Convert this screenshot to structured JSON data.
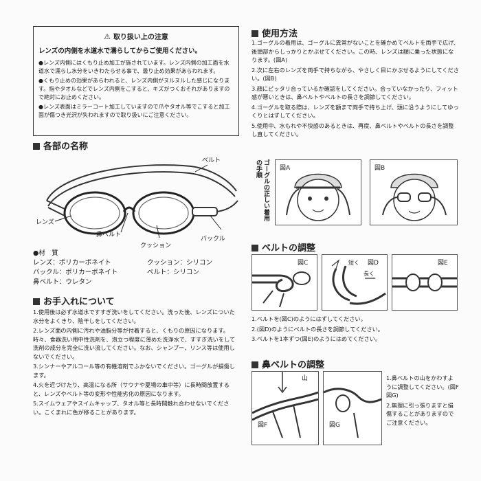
{
  "warning": {
    "title": "取り扱い上の注意",
    "lead": "レンズの内側を水道水で濡らしてからご使用ください。",
    "items": [
      "●レンズ内側にはくもり止め加工が施されています。レンズ内側の加工面を水道水で濡らし水分をいきわたらせる事で、曇り止め効果があらわれます。",
      "●くもり止めの効果があらわれると、レンズ内側がヌルヌルした感じになります。指やタオルなどでレンズ内側をこすると、キズがつくおそれがありますので絶対にお止めください。",
      "●レンズ表面はミラーコート加工していますので爪やタオル等でこすると加工面が傷つき光沢が失われますので取り扱いにご注意ください。"
    ]
  },
  "parts": {
    "title": "各部の名称",
    "labels": {
      "belt": "ベルト",
      "lens": "レンズ",
      "nose_belt": "鼻ベルト",
      "cushion": "クッション",
      "buckle": "バックル"
    },
    "material_header": "●材　質",
    "materials": [
      "レンズ：ポリカーボネイト",
      "クッション：シリコン",
      "バックル：ポリカーボネイト",
      "ベルト：シリコン",
      "鼻ベルト：ウレタン"
    ]
  },
  "care": {
    "title": "お手入れについて",
    "items": [
      "1.使用後は必ず水道水ですすぎ洗いをしてください。洗った後、レンズについた水分をよくきり、陰干しをしてください。",
      "2.レンズ面の内側に汚れや油脂分等が付着すると、くもりの原因になります。時々、食器洗い用中性洗剤を、泡立つ程度に薄めた洗浄水で、すすぎ洗いをして洗剤の成分を完全に洗い流してください。なお、シャンプー、リンス等は使用しないでください。",
      "3.シンナーやアルコール等の有機溶剤でふかないでください。ゴーグルが損傷します。",
      "4.火を近づけたり、高温になる所（サウナや夏場の車中等）に長時間放置すると、レンズやベルト等の変形や性能劣化の原因になります。",
      "5.スイムウェアやスイムキャップ、タオル等と長時間触れ合わせないでください。こくまれに色が移ることがあります。"
    ]
  },
  "usage": {
    "title": "使用方法",
    "steps": [
      "1.ゴーグルの着用は、ゴーグルに異常がないことを確かめてベルトを両手で広げ、後頭部からしっかりとかぶせてください。この時、レンズは額に乗った状態になります。(図A)",
      "2.次に左右のレンズを両手で持ちながら、やさしく目にかぶせるようにしてください。(図B)",
      "3.顔にピッタリ合っているか確認をしてください。合っていなかったり、フィット感が悪いときは、鼻ベルトやベルトの長さを調節してください。",
      "4.ゴーグルを取る際は、レンズを額まで両手で持ち上げ、頭に沿うようにしてゆっくりとはずしてください。",
      "5.使用中、水もれや不快感のあるときは、再度、鼻ベルトやベルトの長さを調整し直してください。"
    ],
    "side_caption": "ゴーグルの正しい着用の手順",
    "fig_a": "図A",
    "fig_b": "図B"
  },
  "belt_adjust": {
    "title": "ベルトの調整",
    "fig_c": "図C",
    "fig_d": "図D",
    "fig_e": "図E",
    "short_label": "短く",
    "long_label": "長く",
    "notes": [
      "1.ベルトを(図C)のようにはずしてください。",
      "2.(図D)のようにベルトの長さを調節してください。",
      "3.ベルトを1本ずつ(図E)のようにはめてください。"
    ]
  },
  "nose_adjust": {
    "title": "鼻ベルトの調整",
    "mountain_label": "山",
    "fig_f": "図F",
    "fig_g": "図G",
    "notes": [
      "1.鼻ベルトの山をかわすように調整してください。(図F図G)",
      "2.無理に引っ張りますと損傷することがありますのでご注意ください。"
    ]
  }
}
